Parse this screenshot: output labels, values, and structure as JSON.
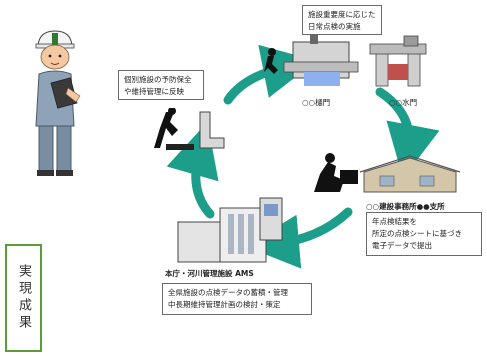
{
  "callouts": {
    "daily_inspection": {
      "line1": "施設重要度に応じた",
      "line2": "日常点検の実施"
    },
    "preventive": {
      "line1": "個別施設の予防保全",
      "line2": "や維持管理に反映"
    },
    "office_result": {
      "line1": "年点検結果を",
      "line2": "所定の点検シートに基づき",
      "line3": "電子データで提出"
    },
    "hq_result": {
      "line1": "全県施設の点検データの蓄積・管理",
      "line2": "中長期維持管理計画の検討・策定"
    }
  },
  "labels": {
    "sluice": "○○樋門",
    "gate": "○○水門",
    "office": "○○建設事務所●●支所",
    "hq": "本庁・河川管理施設 AMS"
  },
  "result_box": {
    "text": "実現成果"
  },
  "colors": {
    "arrow": "#1d9e8a",
    "box_border": "#5a9e3a"
  }
}
